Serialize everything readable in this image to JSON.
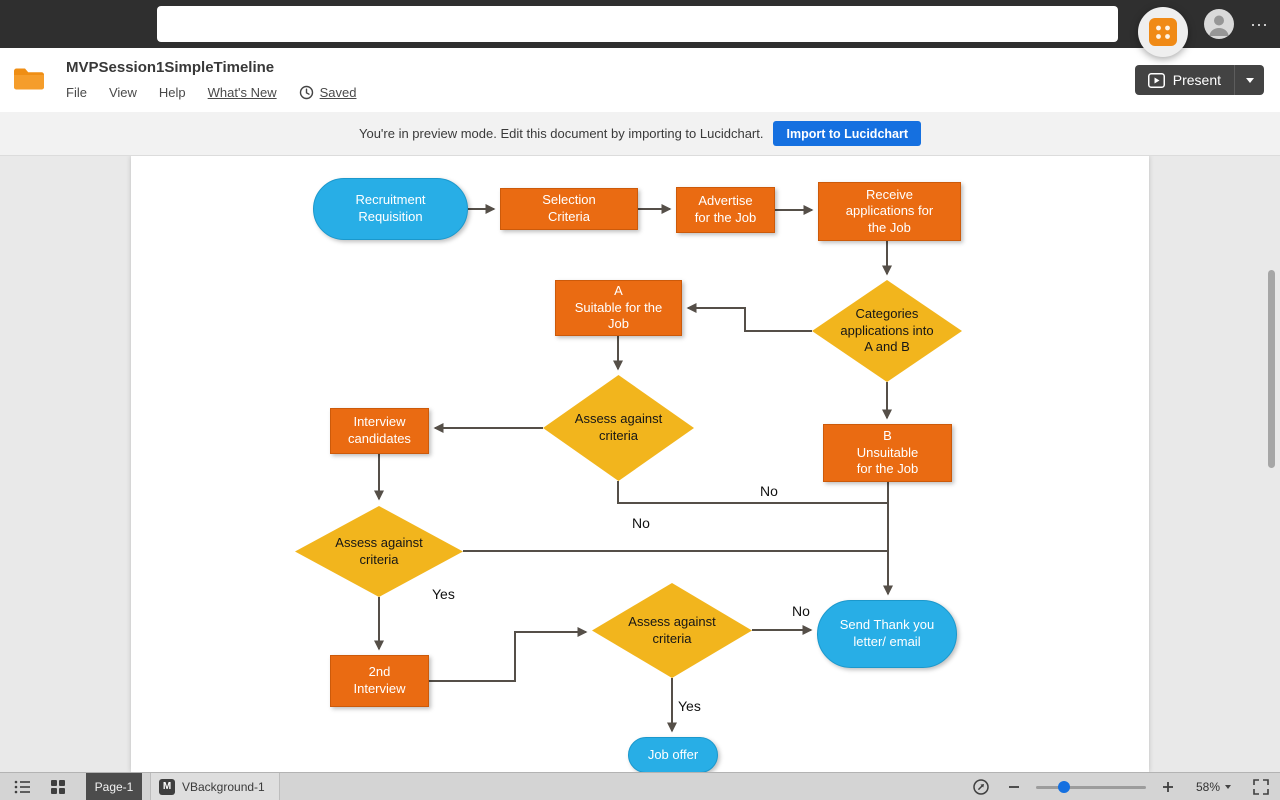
{
  "topbar": {
    "overflow_dots": "⋯"
  },
  "header": {
    "title": "MVPSession1SimpleTimeline",
    "menu_file": "File",
    "menu_view": "View",
    "menu_help": "Help",
    "menu_whats_new": "What's New",
    "saved": "Saved",
    "present": "Present"
  },
  "preview": {
    "message": "You're in preview mode. Edit this document by importing to Lucidchart.",
    "import_button": "Import to Lucidchart"
  },
  "flowchart": {
    "nodes": {
      "recruitment": {
        "label": "Recruitment\nRequisition",
        "type": "terminator"
      },
      "selection": {
        "label": "Selection\nCriteria",
        "type": "process"
      },
      "advertise": {
        "label": "Advertise\nfor the Job",
        "type": "process"
      },
      "receive": {
        "label": "Receive\napplications for\nthe Job",
        "type": "process"
      },
      "categories": {
        "label": "Categories\napplications into\nA and B",
        "type": "decision"
      },
      "a_suitable": {
        "label": "A\nSuitable for the\nJob",
        "type": "process"
      },
      "assess1": {
        "label": "Assess against\ncriteria",
        "type": "decision"
      },
      "interview": {
        "label": "Interview\ncandidates",
        "type": "process"
      },
      "b_unsuitable": {
        "label": "B\nUnsuitable\nfor the Job",
        "type": "process"
      },
      "assess2": {
        "label": "Assess against\ncriteria",
        "type": "decision"
      },
      "second_interview": {
        "label": "2nd\nInterview",
        "type": "process"
      },
      "assess3": {
        "label": "Assess against\ncriteria",
        "type": "decision"
      },
      "send_thankyou": {
        "label": "Send Thank you\nletter/ email",
        "type": "terminator"
      },
      "job_offer": {
        "label": "Job offer",
        "type": "terminator"
      }
    },
    "edge_labels": {
      "no_assess1": "No",
      "no_assess2": "No",
      "yes_assess2": "Yes",
      "no_assess3": "No",
      "yes_assess3": "Yes"
    }
  },
  "statusbar": {
    "page_tab": "Page-1",
    "background_tab": "VBackground-1",
    "background_badge": "M",
    "zoom": "58%"
  },
  "colors": {
    "accent_blue": "#1570e0",
    "shape_orange": "#ea6b12",
    "shape_gold": "#f2b51d",
    "shape_cyan": "#28aee6",
    "connector": "#554f48"
  }
}
